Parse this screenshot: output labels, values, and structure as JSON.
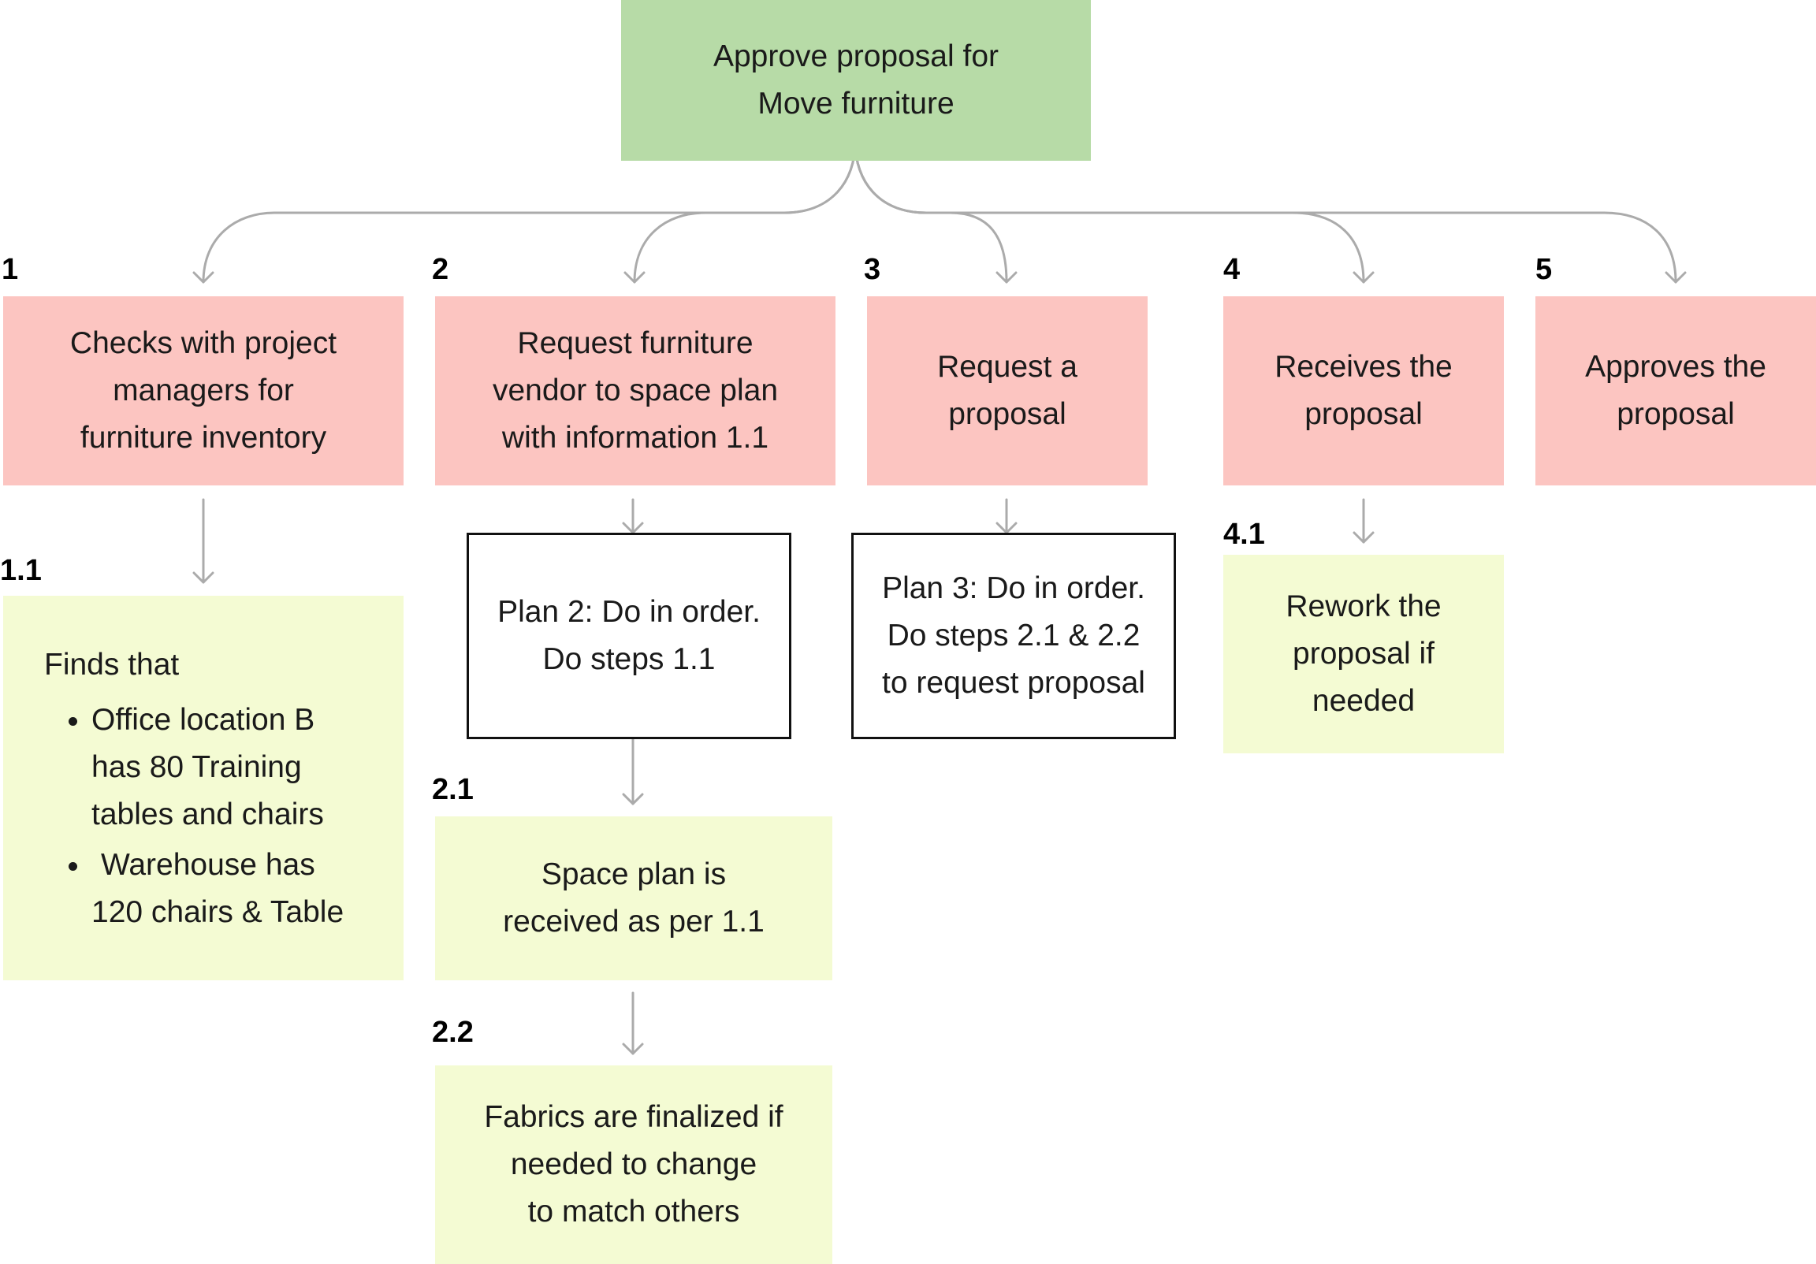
{
  "goal": {
    "line1": "Approve proposal for",
    "line2": "Move furniture"
  },
  "tasks": [
    {
      "number": "1",
      "lines": [
        "Checks with project",
        "managers for",
        "furniture inventory"
      ]
    },
    {
      "number": "2",
      "lines": [
        "Request furniture",
        "vendor to space plan",
        "with information 1.1"
      ]
    },
    {
      "number": "3",
      "lines": [
        "Request a",
        "proposal"
      ]
    },
    {
      "number": "4",
      "lines": [
        "Receives the",
        "proposal"
      ]
    },
    {
      "number": "5",
      "lines": [
        "Approves the",
        "proposal"
      ]
    }
  ],
  "plans": [
    {
      "lines": [
        "Plan 2: Do in order.",
        "Do steps 1.1"
      ]
    },
    {
      "lines": [
        "Plan 3: Do in order.",
        "Do steps 2.1 & 2.2",
        "to request proposal"
      ]
    }
  ],
  "subtasks": {
    "s1_1": {
      "number": "1.1",
      "lead": "Finds that",
      "bullets": [
        [
          "Office location B",
          "has 80 Training",
          "tables and chairs"
        ],
        [
          "Warehouse has",
          "120 chairs & Table"
        ]
      ]
    },
    "s2_1": {
      "number": "2.1",
      "lines": [
        "Space plan is",
        "received as per 1.1"
      ]
    },
    "s2_2": {
      "number": "2.2",
      "lines": [
        "Fabrics are finalized if",
        "needed to change",
        "to match others"
      ]
    },
    "s4_1": {
      "number": "4.1",
      "lines": [
        "Rework the",
        "proposal if",
        "needed"
      ]
    }
  },
  "colors": {
    "goal": "#b7dba7",
    "task": "#fcc5c1",
    "subtask": "#f4fbd3",
    "plan_border": "#111111",
    "connector": "#ababab"
  }
}
